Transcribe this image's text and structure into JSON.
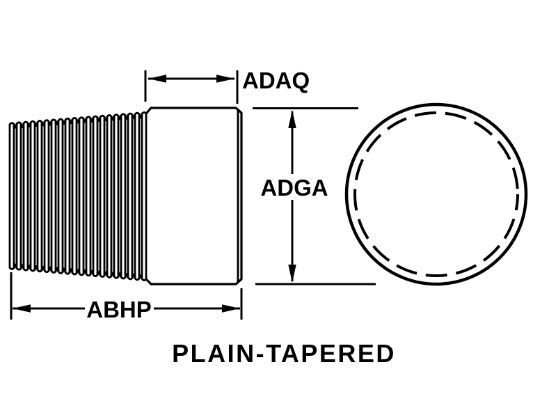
{
  "diagram": {
    "title": "PLAIN-TAPERED",
    "dimension_labels": {
      "adaq": "ADAQ",
      "adga": "ADGA",
      "abhp": "ABHP"
    },
    "colors": {
      "line": "#000000",
      "background": "#ffffff"
    }
  }
}
